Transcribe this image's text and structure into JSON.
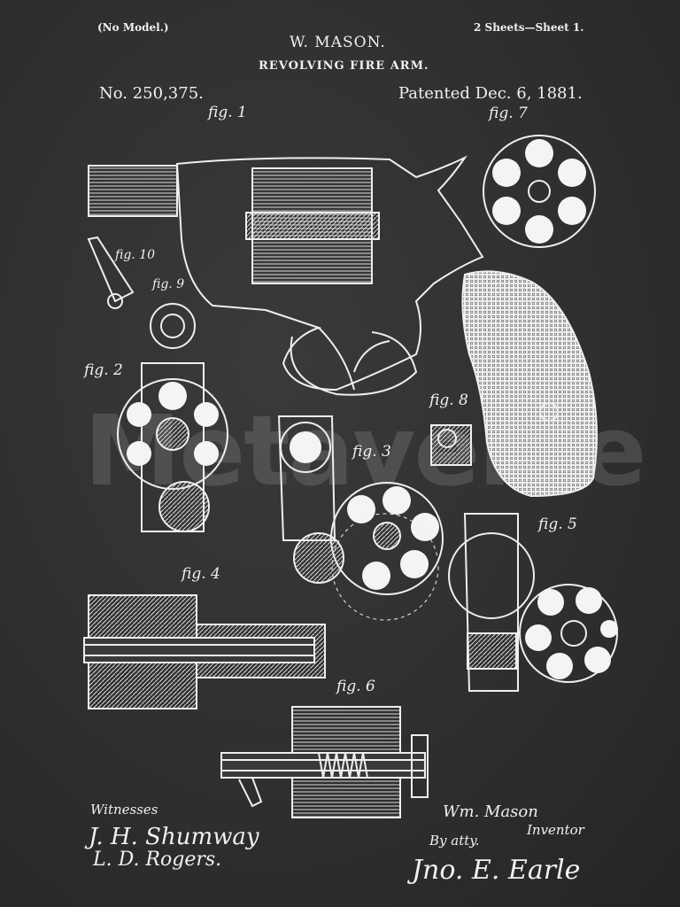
{
  "header": {
    "no_model": "(No Model.)",
    "sheets": "2 Sheets—Sheet 1.",
    "inventor": "W. MASON.",
    "title": "REVOLVING FIRE ARM.",
    "patent_number": "No. 250,375.",
    "patent_date": "Patented Dec. 6, 1881."
  },
  "figures": {
    "fig1": "fig. 1",
    "fig2": "fig. 2",
    "fig3": "fig. 3",
    "fig4": "fig. 4",
    "fig5": "fig. 5",
    "fig6": "fig. 6",
    "fig7": "fig. 7",
    "fig8": "fig. 8",
    "fig9": "fig. 9",
    "fig10": "fig. 10"
  },
  "footer": {
    "witnesses_label": "Witnesses",
    "witness1": "J. H. Shumway",
    "witness2": "L. D. Rogers.",
    "inventor_signature": "Wm. Mason",
    "inventor_label": "Inventor",
    "attorney_label": "By atty.",
    "attorney_signature": "Jno. E. Earle"
  },
  "watermark": "Metaverse",
  "colors": {
    "board": "#2f2f2f",
    "chalk": "#f0f0f0"
  }
}
